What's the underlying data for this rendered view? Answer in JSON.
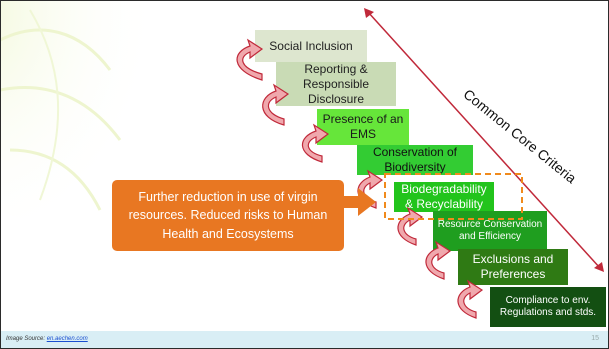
{
  "steps": [
    {
      "label": "Social Inclusion",
      "bg": "#dde6cf",
      "fg": "#222222"
    },
    {
      "label": "Reporting & Responsible Disclosure",
      "bg": "#c9dbb5",
      "fg": "#222222"
    },
    {
      "label": "Presence of an EMS",
      "bg": "#66e63a",
      "fg": "#1a1a1a"
    },
    {
      "label": "Conservation of Biodiversity",
      "bg": "#33cc33",
      "fg": "#111111"
    },
    {
      "label": "Biodegradability & Recyclability",
      "bg": "#22c41c",
      "fg": "#ffffff"
    },
    {
      "label": "Resource Conservation and Efficiency",
      "bg": "#1f9e1f",
      "fg": "#ffffff"
    },
    {
      "label": "Exclusions and Preferences",
      "bg": "#2f7a14",
      "fg": "#ffffff"
    },
    {
      "label": "Compliance to env. Regulations and stds.",
      "bg": "#134f12",
      "fg": "#ffffff"
    }
  ],
  "callout": {
    "text": "Further reduction in use of virgin resources. Reduced risks to Human Health and Ecosystems",
    "color": "#e87722"
  },
  "criteria_label": "Common Core Criteria",
  "footer": {
    "source_prefix": "Image Source:",
    "source_link": "en.aechen.com",
    "page_number": "15"
  },
  "colors": {
    "curl_arrow": "#f0a8ad",
    "curl_stroke": "#c0293a",
    "diagonal_arrow": "#c0293a",
    "dashed_box": "#f08a1c"
  }
}
